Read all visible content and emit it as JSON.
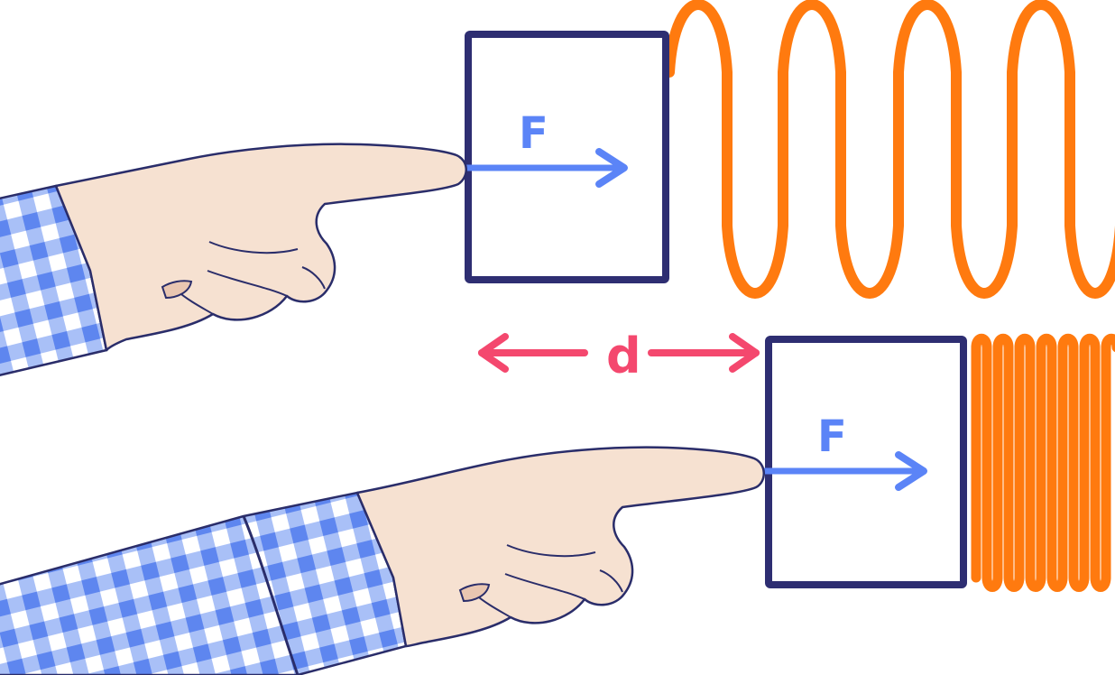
{
  "figure": {
    "top_scene": {
      "force_label": "F",
      "state": "spring-relaxed"
    },
    "bottom_scene": {
      "force_label": "F",
      "state": "spring-compressed"
    },
    "distance_label": "d"
  },
  "colors": {
    "block_outline": "#2e2e72",
    "spring": "#ff7a0f",
    "force_arrow": "#5b84f7",
    "distance_arrow": "#f4486e",
    "skin": "#f6e1d1",
    "skin_shade": "#e9c6b1",
    "sleeve_base": "#ffffff",
    "sleeve_light": "#a9c0f7",
    "sleeve_dark": "#5e86ef",
    "outline": "#2a2d6a"
  },
  "icons": {
    "hand": "pointing-hand-icon",
    "sleeve": "gingham-sleeve"
  }
}
